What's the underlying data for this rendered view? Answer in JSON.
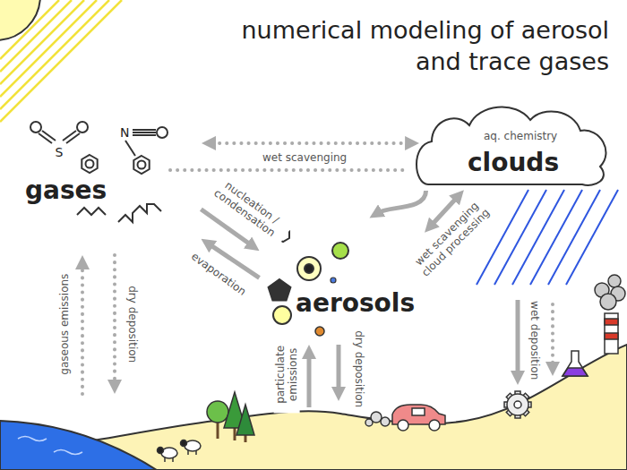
{
  "diagram": {
    "title": "numerical modeling of aerosol and trace gases",
    "nodes": [
      {
        "text": [
          "gases"
        ]
      },
      {
        "text": [
          "aq. chemistry",
          "clouds"
        ]
      },
      {
        "text": [
          "aerosols"
        ]
      }
    ],
    "edges": [
      {
        "from": 0,
        "to": 1,
        "arrow": "both",
        "label": "wet scavenging"
      },
      {
        "from": 0,
        "to": 2,
        "arrow": "to",
        "label": "nucleation / condensation"
      },
      {
        "from": 2,
        "to": 0,
        "arrow": "to",
        "label": "evaporation"
      },
      {
        "from": 1,
        "to": 2,
        "arrow": "to"
      },
      {
        "from": 2,
        "to": 1,
        "arrow": "both",
        "label": "wet scavenging cloud processing"
      }
    ],
    "labels": [
      "S",
      "N",
      "gaseous emissions",
      "dry deposition",
      "particulate emissions",
      "dry deposition",
      "wet deposition"
    ]
  }
}
